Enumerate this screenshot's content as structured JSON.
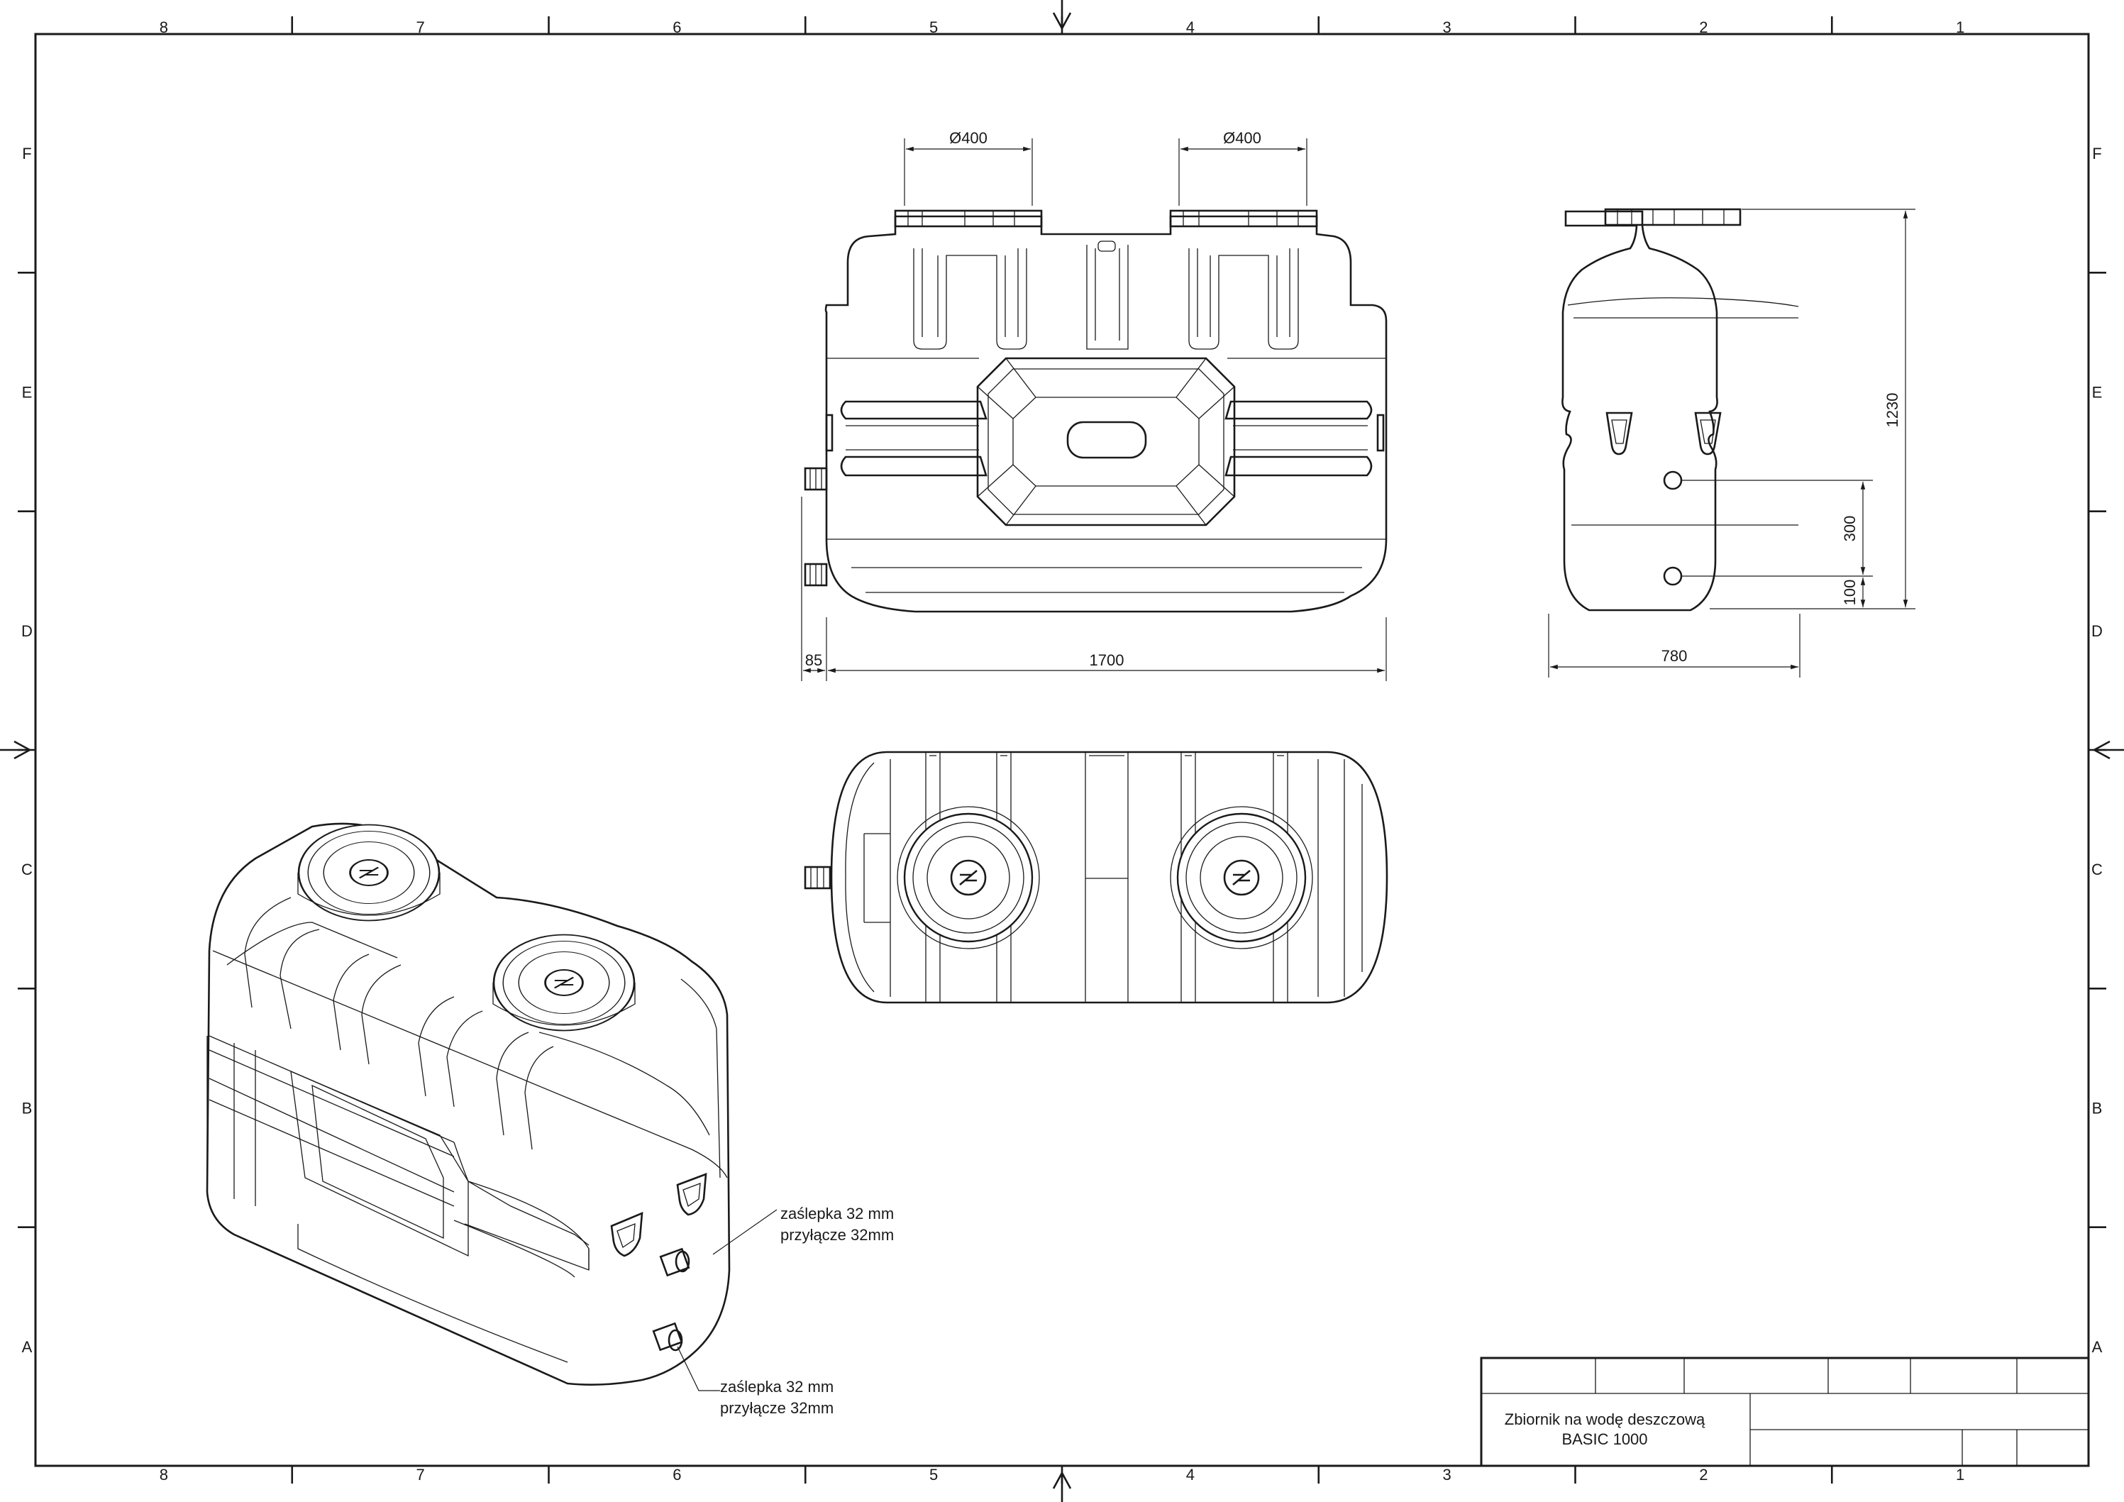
{
  "frame": {
    "columns": [
      "8",
      "7",
      "6",
      "5",
      "4",
      "3",
      "2",
      "1"
    ],
    "rows": [
      "F",
      "E",
      "D",
      "C",
      "B",
      "A"
    ]
  },
  "dimensions": {
    "lid_left": "Ø400",
    "lid_right": "Ø400",
    "offset_85": "85",
    "length_1700": "1700",
    "width_780": "780",
    "height_1230": "1230",
    "inlet_300": "300",
    "outlet_100": "100"
  },
  "notes": [
    {
      "line1": "zaślepka 32 mm",
      "line2": "przyłącze 32mm"
    },
    {
      "line1": "zaślepka 32 mm",
      "line2": "przyłącze 32mm"
    }
  ],
  "title_block": {
    "title_line1": "Zbiornik na wodę deszczową",
    "title_line2": "BASIC 1000"
  }
}
